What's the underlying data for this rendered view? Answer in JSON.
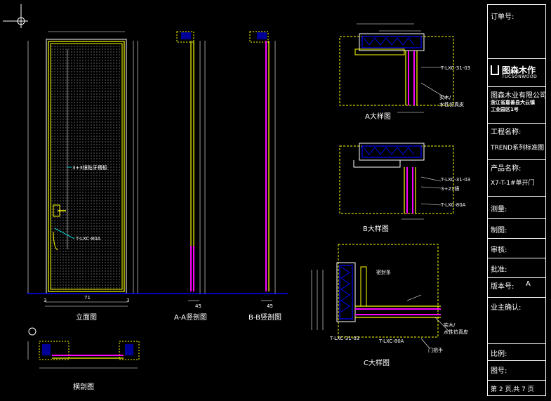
{
  "views": {
    "elevation": "立面图",
    "section_aa": "A-A竖剖图",
    "section_bb": "B-B竖剖图",
    "detail_a": "A大样图",
    "detail_b": "B大样图",
    "detail_c": "C大样图",
    "horizontal": "横剖图"
  },
  "annotations": {
    "panel_note": "3+3镜贴牙槽板",
    "frame_code_a": "T-LXC-31-03",
    "frame_code_b": "T-LXC-80A",
    "veneer": "实木/\n水性仿真皮",
    "hinge_gap": "3+21镜",
    "seal": "密封条",
    "frame_code_c1": "T-LXC-31-03",
    "frame_code_c2": "T-LXC-80A",
    "screw": "门把手"
  },
  "title_block": {
    "order_no": "订单号:",
    "logo_cn": "图森木作",
    "logo_en": "TUCSONWOOD",
    "company": "图森木业有限公司",
    "address_1": "浙江省嘉善县大云镇",
    "address_2": "工业园区1号",
    "project_label": "工程名称:",
    "project_value": "TREND系列标准图",
    "product_label": "产品名称:",
    "product_value": "X7-T-1#单开门",
    "survey": "测量:",
    "draw": "制图:",
    "review": "审核:",
    "approve": "批准:",
    "version_label": "版本号:",
    "version_value": "A",
    "owner": "业主确认:",
    "scale": "比例:",
    "drawing_no": "图号:",
    "page": "第 2 页,共 7 页"
  },
  "dims": {
    "d3_left": "3",
    "d3_right": "3",
    "d71": "71",
    "d45_aa": "45",
    "d45_bb": "45"
  }
}
